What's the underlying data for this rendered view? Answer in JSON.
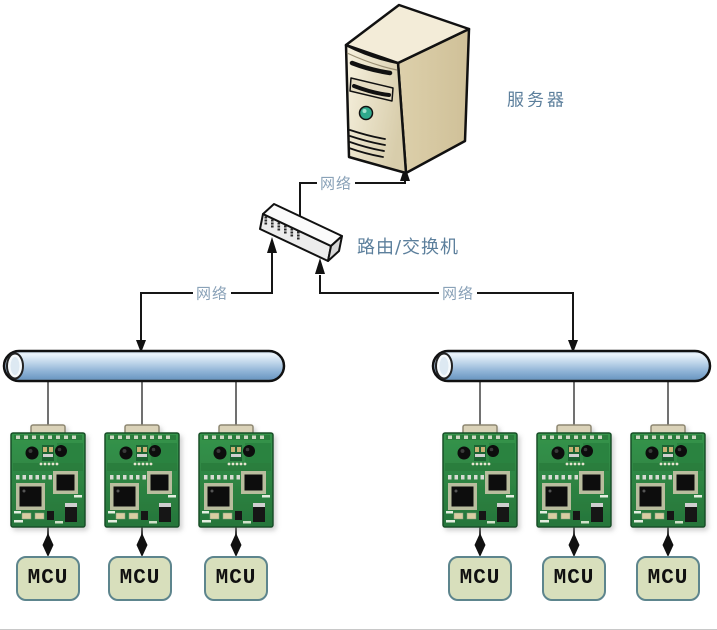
{
  "labels": {
    "server": "服务器",
    "router": "路由/交换机"
  },
  "network_links": [
    {
      "label": "网络"
    },
    {
      "label": "网络"
    },
    {
      "label": "网络"
    }
  ],
  "mcu_nodes": [
    {
      "label": "MCU"
    },
    {
      "label": "MCU"
    },
    {
      "label": "MCU"
    },
    {
      "label": "MCU"
    },
    {
      "label": "MCU"
    },
    {
      "label": "MCU"
    }
  ],
  "icons": {
    "server": "server-tower-icon",
    "router": "router-switch-icon",
    "bus": "network-bus-pipe-icon",
    "board": "mcu-circuit-board-icon"
  },
  "colors": {
    "connection_line": "#161616",
    "node_label_text": "#5c7f9c",
    "network_label_text": "#8aa2b8",
    "bus_blue": "#8fb3d6",
    "mcu_fill": "#d8dfbc",
    "mcu_border": "#5d858d",
    "pcb_green": "#2f8f45",
    "server_beige": "#efe7cf"
  }
}
